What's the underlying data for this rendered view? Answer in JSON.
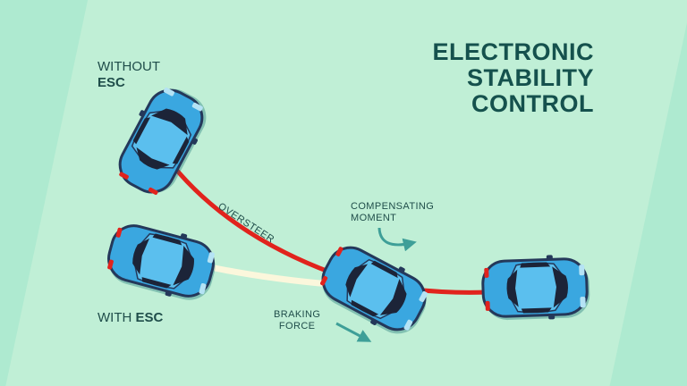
{
  "title": {
    "line1": "ELECTRONIC",
    "line2": "STABILITY",
    "line3": "CONTROL"
  },
  "labels": {
    "without_prefix": "WITHOUT",
    "without_esc": "ESC",
    "with_prefix": "WITH ",
    "with_esc": "ESC",
    "oversteer": "OVERSTEER",
    "compensating_1": "COMPENSATING",
    "compensating_2": "MOMENT",
    "braking_1": "BRAKING",
    "braking_2": "FORCE"
  },
  "colors": {
    "background": "#c0efd6",
    "car_body": "#3aa7e0",
    "car_outline": "#24385a",
    "oversteer_path": "#e1231d",
    "corrected_path": "#fbf7dc",
    "arrow": "#3e9f98",
    "text": "#1f4d4a"
  }
}
